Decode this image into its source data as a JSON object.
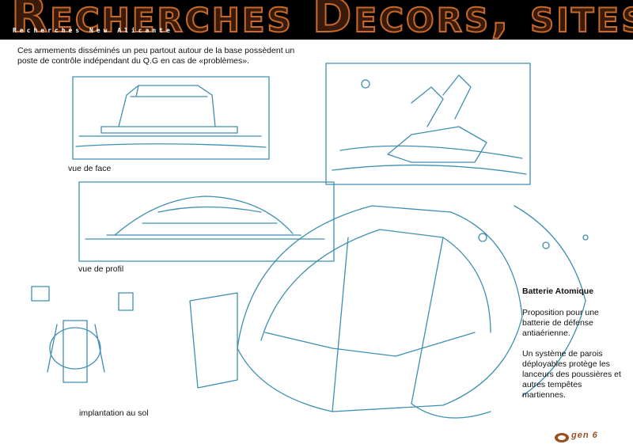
{
  "header": {
    "title": "Recherches Decors, sites",
    "subtitle": "Recherches New Alicante"
  },
  "intro": "Ces armements disséminés un peu partout autour de la base possèdent un poste de contrôle indépendant du Q.G en cas de «problèmes».",
  "captions": {
    "front": "vue de face",
    "profile": "vue de profil",
    "ground": "implantation au sol"
  },
  "panel": {
    "title": "Batterie Atomique",
    "p1": "Proposition pour une batterie de défense antiaérienne.",
    "p2": "Un système de parois déployables protège les lanceurs des poussières et autres tempêtes martiennes."
  },
  "logo": {
    "text": "gen 6",
    "icon": "gen6-logo-icon"
  },
  "colors": {
    "sketch": "#3f8fb0",
    "title_outline": "#c7692a",
    "title_fill": "#3a1a08",
    "header_bg": "#000000"
  }
}
